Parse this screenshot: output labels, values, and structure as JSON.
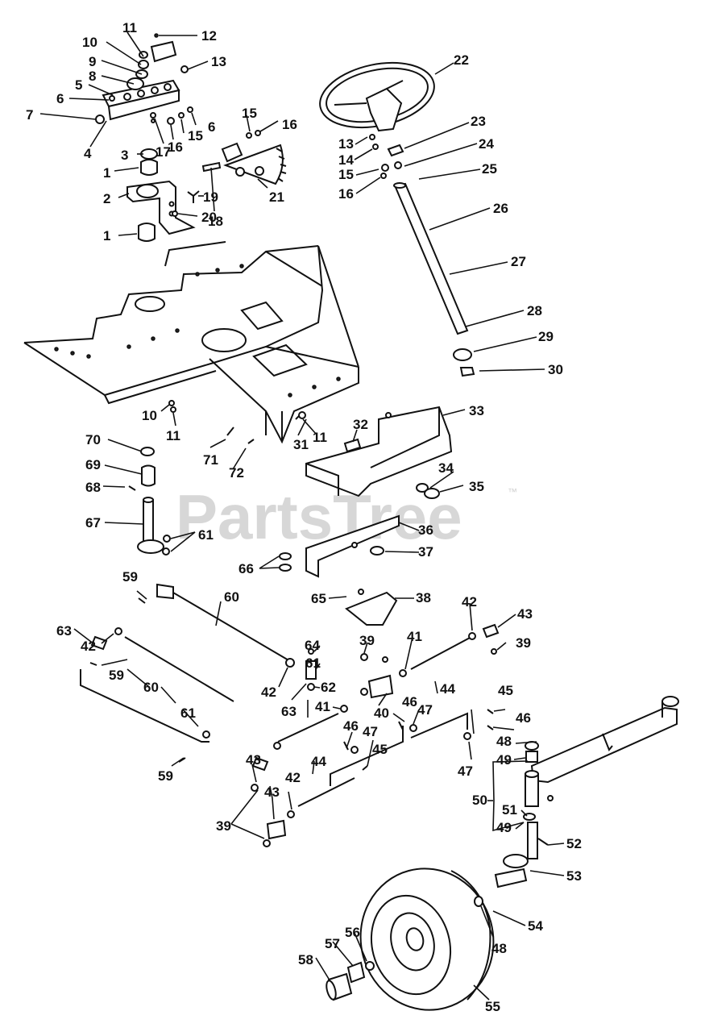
{
  "watermark": {
    "text": "PartsTree",
    "trademark": "™"
  },
  "callouts": [
    "1",
    "2",
    "3",
    "4",
    "5",
    "6",
    "7",
    "8",
    "9",
    "10",
    "11",
    "12",
    "13",
    "14",
    "15",
    "16",
    "17",
    "18",
    "19",
    "20",
    "21",
    "22",
    "23",
    "24",
    "25",
    "26",
    "27",
    "28",
    "29",
    "30",
    "31",
    "32",
    "33",
    "34",
    "35",
    "36",
    "37",
    "38",
    "39",
    "40",
    "41",
    "42",
    "43",
    "44",
    "45",
    "46",
    "47",
    "48",
    "49",
    "50",
    "51",
    "52",
    "54",
    "55",
    "56",
    "57",
    "58",
    "59",
    "60",
    "61",
    "62",
    "63",
    "64",
    "65",
    "66",
    "67",
    "68",
    "69",
    "70",
    "71",
    "72",
    "53"
  ]
}
